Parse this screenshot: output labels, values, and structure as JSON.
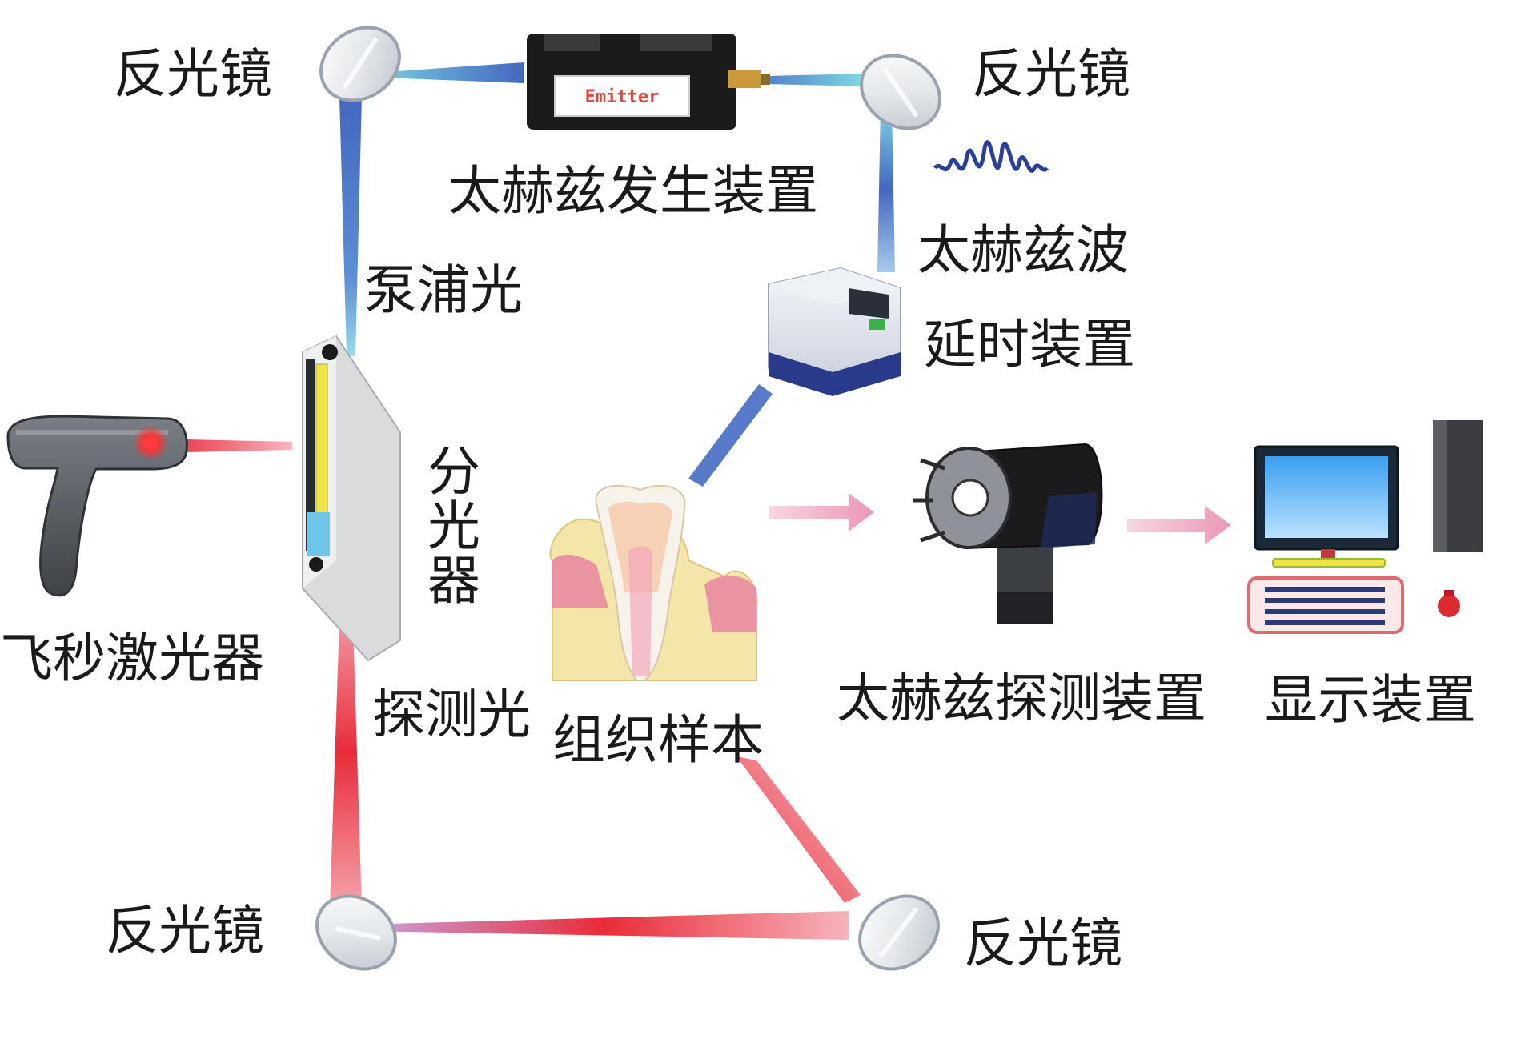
{
  "labels": {
    "mirror_top_left": "反光镜",
    "mirror_top_right": "反光镜",
    "mirror_bottom_left": "反光镜",
    "mirror_bottom_right": "反光镜",
    "thz_emitter": "太赫兹发生装置",
    "emitter_text": "Emitter",
    "thz_wave": "太赫兹波",
    "delay_device": "延时装置",
    "pump_light": "泵浦光",
    "beam_splitter": "分光器",
    "fs_laser": "飞秒激光器",
    "probe_light": "探测光",
    "tissue_sample": "组织样本",
    "thz_detector": "太赫兹探测装置",
    "display_device": "显示装置"
  },
  "colors": {
    "pump_beam": "#2f56b8",
    "probe_beam": "#e8202e",
    "arrow": "#f0a8c4",
    "thz_wave": "#2a3f9a"
  }
}
